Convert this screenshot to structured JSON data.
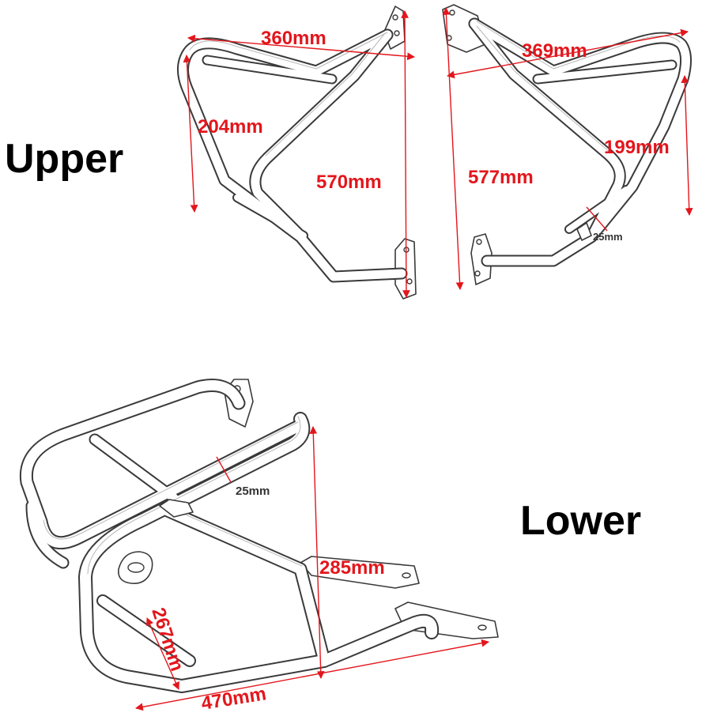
{
  "sections": {
    "upper": "Upper",
    "lower": "Lower"
  },
  "dimensions": {
    "upper_left_width": "360mm",
    "upper_left_height": "204mm",
    "upper_left_length": "570mm",
    "upper_right_width": "369mm",
    "upper_right_height": "199mm",
    "upper_right_length": "577mm",
    "upper_right_tube": "25mm",
    "lower_tube": "25mm",
    "lower_height": "285mm",
    "lower_depth": "267mm",
    "lower_length": "470mm"
  },
  "colors": {
    "dimension": "#e3161c",
    "label": "#000000",
    "line": "#3a3a3a"
  }
}
